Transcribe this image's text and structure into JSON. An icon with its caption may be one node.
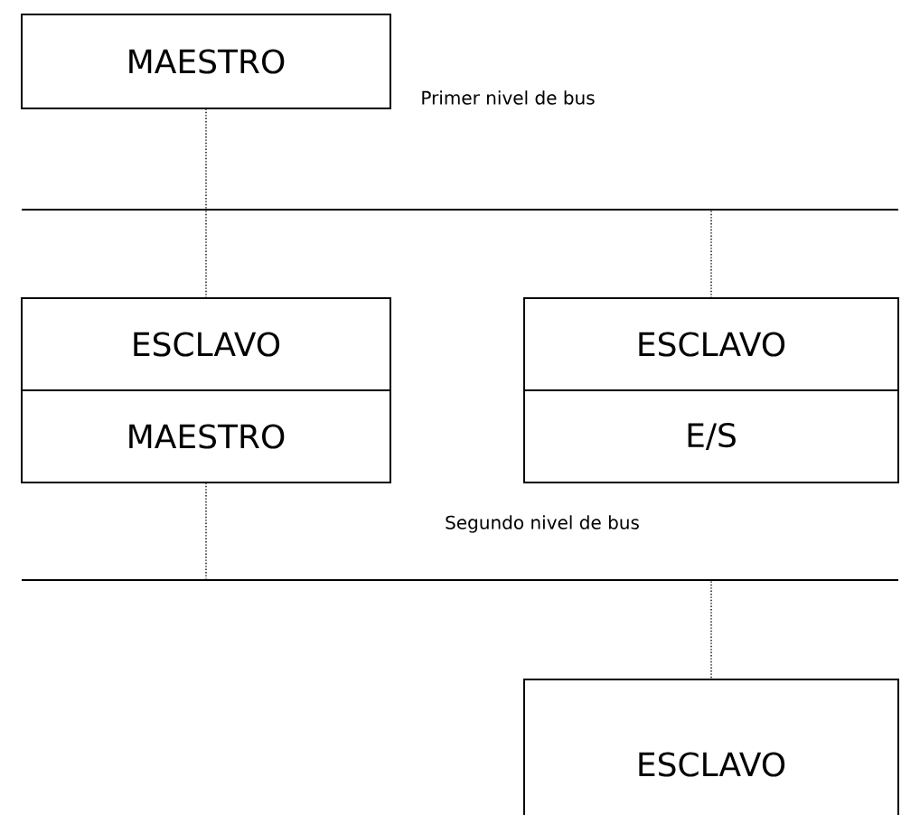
{
  "diagram": {
    "nodes": [
      {
        "text": [
          "MAESTRO"
        ]
      },
      {
        "text": [],
        "shape": "bar"
      },
      {
        "text": [
          "ESCLAVO",
          "MAESTRO"
        ]
      },
      {
        "text": [
          "ESCLAVO",
          "E/S"
        ]
      },
      {
        "text": [],
        "shape": "bar"
      },
      {
        "text": [
          "ESCLAVO"
        ]
      }
    ],
    "edges": [
      {
        "from": 0,
        "to": 1,
        "arrow": "none"
      },
      {
        "from": 1,
        "to": 2,
        "arrow": "none"
      },
      {
        "from": 1,
        "to": 3,
        "arrow": "none"
      },
      {
        "from": 2,
        "to": 4,
        "arrow": "none"
      },
      {
        "from": 4,
        "to": 5,
        "arrow": "none"
      }
    ],
    "labels": [
      "Primer nivel de bus",
      "Segundo nivel de bus"
    ]
  }
}
